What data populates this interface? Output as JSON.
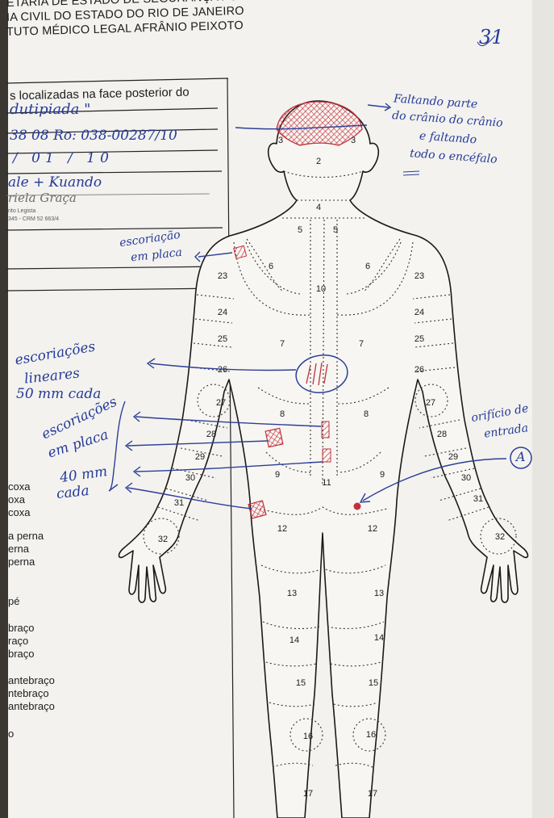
{
  "header": {
    "line1": "ETARIA DE ESTADO DE SEGURANÇA PÚBLICA",
    "line2": "IA CIVIL DO ESTADO DO RIO DE JANEIRO",
    "line3": "TUTO MÉDICO LEGAL AFRÂNIO PEIXOTO"
  },
  "page_number": "31",
  "form": {
    "box_title": "s localizadas na face posterior do",
    "hand_line1": "dutipiada \"",
    "hand_line2": "38 08   Ro: 038-00287/10",
    "hand_line3": "/     01      / 10",
    "hand_line4": "ale + Kuando",
    "stamp_name": "riela Graça",
    "stamp_role": "rito Legista",
    "stamp_reg": "345 - CRM 52 663/4"
  },
  "left_list": [
    "coxa",
    "oxa",
    "coxa",
    "a perna",
    "erna",
    "perna",
    "pé",
    "braço",
    "raço",
    "braço",
    "antebraço",
    "ntebraço",
    "antebraço",
    "o"
  ],
  "region_numbers": [
    {
      "n": "2"
    },
    {
      "n": "3"
    },
    {
      "n": "3"
    },
    {
      "n": "4"
    },
    {
      "n": "5"
    },
    {
      "n": "5"
    },
    {
      "n": "6"
    },
    {
      "n": "6"
    },
    {
      "n": "10"
    },
    {
      "n": "23"
    },
    {
      "n": "23"
    },
    {
      "n": "24"
    },
    {
      "n": "24"
    },
    {
      "n": "25"
    },
    {
      "n": "25"
    },
    {
      "n": "7"
    },
    {
      "n": "7"
    },
    {
      "n": "26"
    },
    {
      "n": "26"
    },
    {
      "n": "27"
    },
    {
      "n": "27"
    },
    {
      "n": "8"
    },
    {
      "n": "8"
    },
    {
      "n": "28"
    },
    {
      "n": "28"
    },
    {
      "n": "29"
    },
    {
      "n": "29"
    },
    {
      "n": "30"
    },
    {
      "n": "30"
    },
    {
      "n": "9"
    },
    {
      "n": "9"
    },
    {
      "n": "11"
    },
    {
      "n": "31"
    },
    {
      "n": "31"
    },
    {
      "n": "12"
    },
    {
      "n": "12"
    },
    {
      "n": "32"
    },
    {
      "n": "32"
    },
    {
      "n": "13"
    },
    {
      "n": "13"
    },
    {
      "n": "14"
    },
    {
      "n": "14"
    },
    {
      "n": "15"
    },
    {
      "n": "15"
    },
    {
      "n": "16"
    },
    {
      "n": "16"
    },
    {
      "n": "17"
    },
    {
      "n": "17"
    }
  ],
  "annotations": {
    "top_right": [
      "Faltando parte",
      "do crânio do crânio",
      "e faltando",
      "todo o encéfalo"
    ],
    "shoulder": [
      "escoriação",
      "em placa"
    ],
    "left_1": [
      "escoriações",
      "lineares",
      "50 mm cada"
    ],
    "left_2": [
      "escoriações",
      "em placa",
      "40 mm",
      "cada"
    ],
    "right_entry": [
      "orifício de",
      "entrada"
    ],
    "marker": "A"
  },
  "colors": {
    "ink_blue": "#2d3f9a",
    "ink_red": "#c32f3a",
    "paper": "#f4f3ef",
    "line": "#222"
  }
}
